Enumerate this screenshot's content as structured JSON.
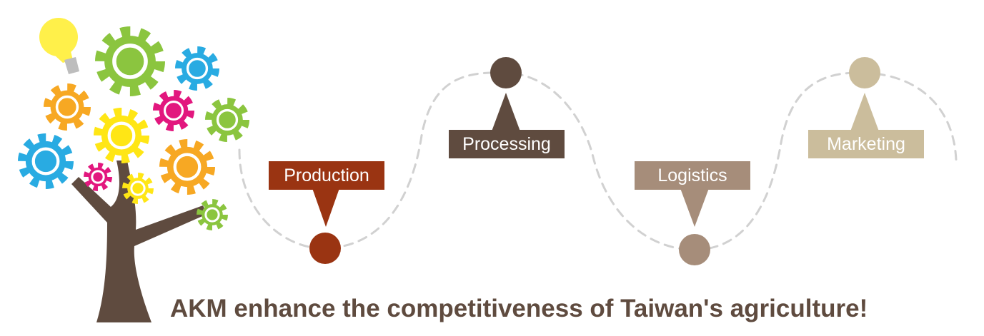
{
  "diagram": {
    "stages": [
      {
        "key": "production",
        "label": "Production",
        "color": "#9a3412"
      },
      {
        "key": "processing",
        "label": "Processing",
        "color": "#5f4b3f"
      },
      {
        "key": "logistics",
        "label": "Logistics",
        "color": "#a68d7a"
      },
      {
        "key": "marketing",
        "label": "Marketing",
        "color": "#cbbd9c"
      }
    ],
    "path_color": "#d1d1d1"
  },
  "tree": {
    "trunk_color": "#5f4b3f",
    "bulb_color": "#fff04a",
    "gear_colors": {
      "green": "#8bc53f",
      "blue": "#29abe2",
      "orange": "#f7a823",
      "yellow": "#ffe615",
      "pink": "#e2177e"
    }
  },
  "tagline": {
    "text": "AKM enhance the competitiveness of Taiwan's agriculture!",
    "color": "#5f4b3f"
  }
}
